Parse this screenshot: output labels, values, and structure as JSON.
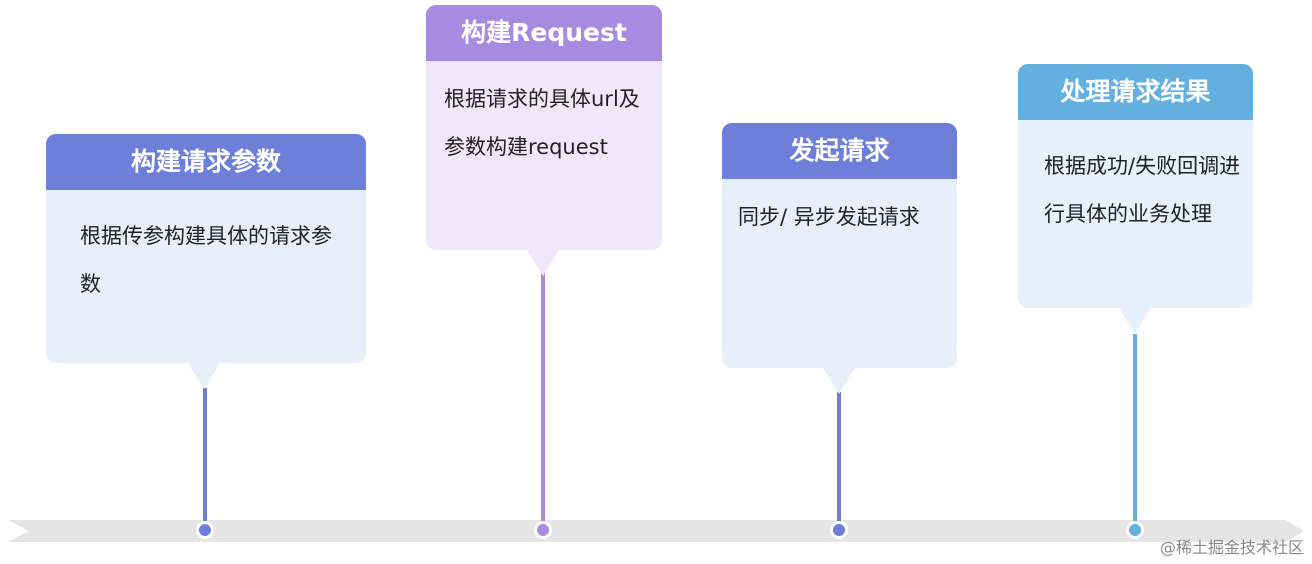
{
  "colors": {
    "blue": "#6e7fd9",
    "purple": "#a88be0",
    "teal": "#62afe0",
    "card_bg_blue": "#e9eefb",
    "card_bg_purple": "#efe8fa",
    "card_bg_teal": "#e6f1fc",
    "timeline": "#e5e5e5"
  },
  "steps": [
    {
      "title": "构建请求参数",
      "desc": "根据传参构建具体的请求参数"
    },
    {
      "title": "构建Request",
      "desc": "根据请求的具体url及参数构建request"
    },
    {
      "title": "发起请求",
      "desc": "同步/ 异步发起请求"
    },
    {
      "title": "处理请求结果",
      "desc": "根据成功/失败回调进行具体的业务处理"
    }
  ],
  "watermark": "@稀土掘金技术社区"
}
